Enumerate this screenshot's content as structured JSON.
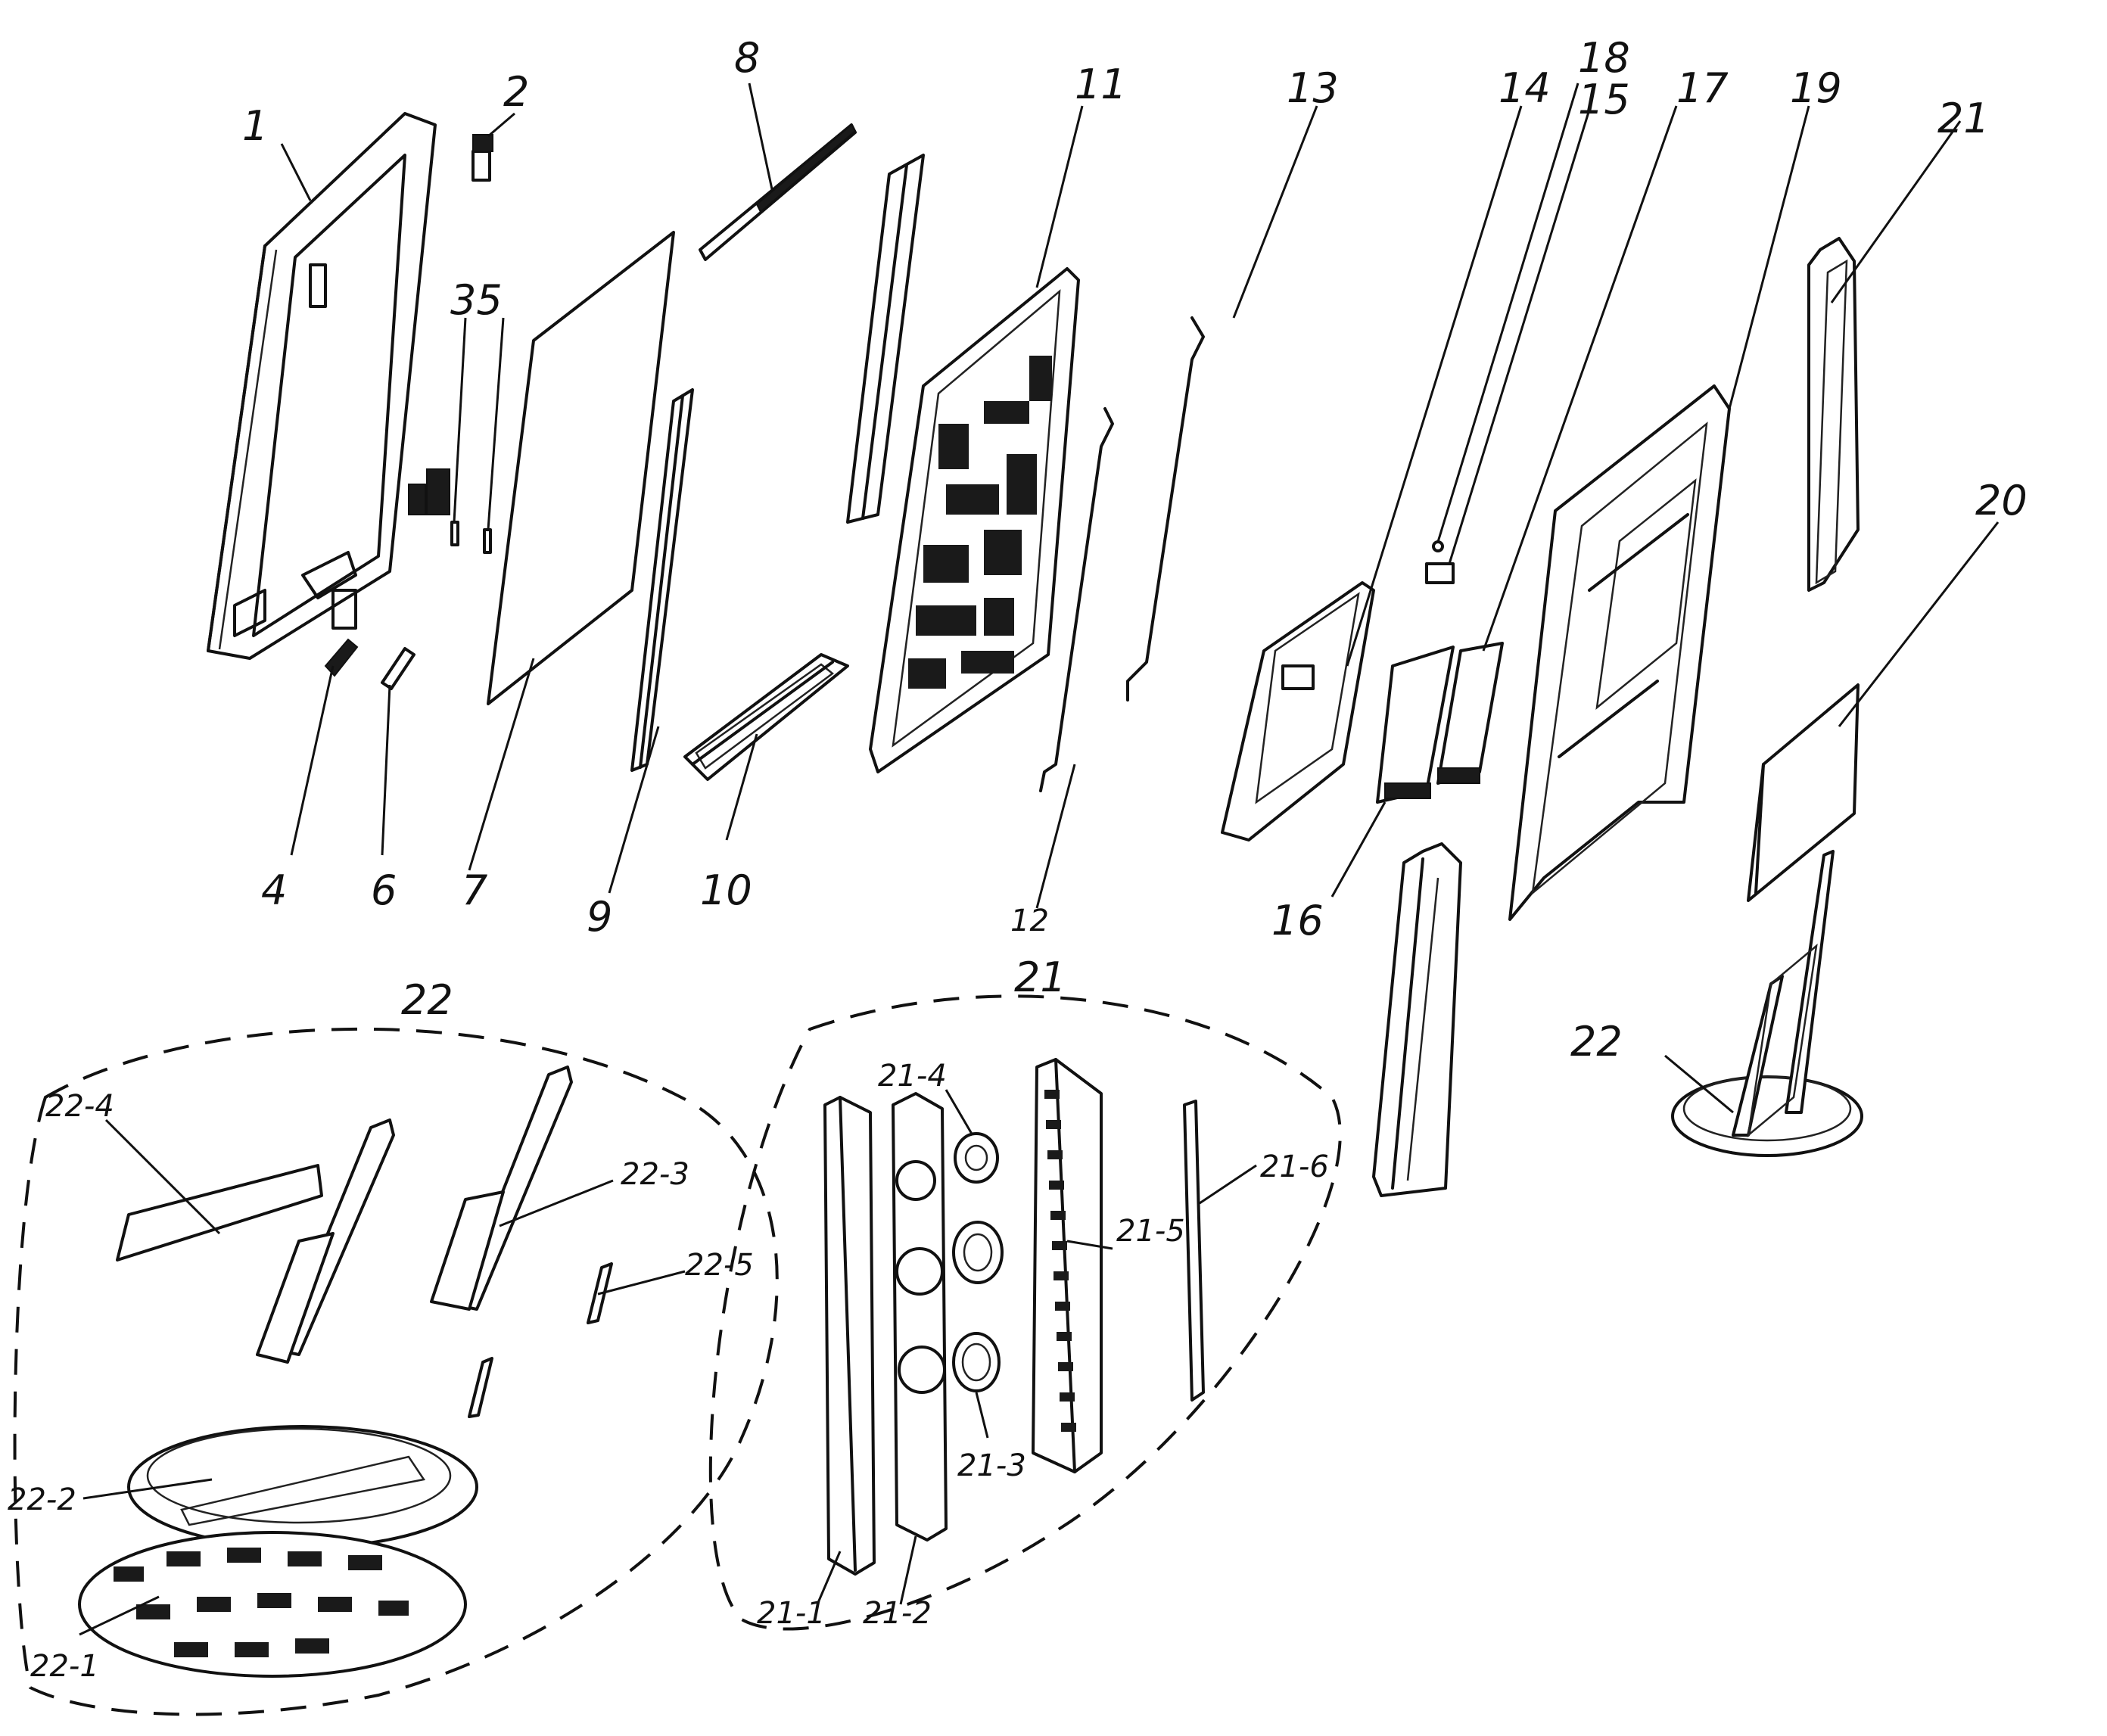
{
  "labels": {
    "p1": "1",
    "p2": "2",
    "p35": "35",
    "p4": "4",
    "p6": "6",
    "p7": "7",
    "p8": "8",
    "p9": "9",
    "p10": "10",
    "p11": "11",
    "p12": "12",
    "p13": "13",
    "p14": "14",
    "p15": "15",
    "p16": "16",
    "p17": "17",
    "p18": "18",
    "p19": "19",
    "p20": "20",
    "p21_top": "21",
    "p21_group": "21",
    "p22_group": "22",
    "p22_stand": "22",
    "p21_1": "21-1",
    "p21_2": "21-2",
    "p21_3": "21-3",
    "p21_4": "21-4",
    "p21_5": "21-5",
    "p21_6": "21-6",
    "p22_1": "22-1",
    "p22_2": "22-2",
    "p22_3": "22-3",
    "p22_4": "22-4",
    "p22_5": "22-5"
  }
}
